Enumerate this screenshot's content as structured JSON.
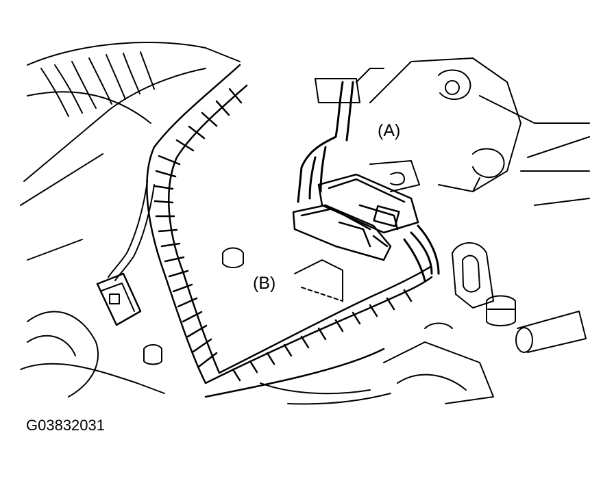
{
  "diagram": {
    "callouts": {
      "a": "(A)",
      "b": "(B)"
    },
    "figure_id": "G03832031"
  }
}
